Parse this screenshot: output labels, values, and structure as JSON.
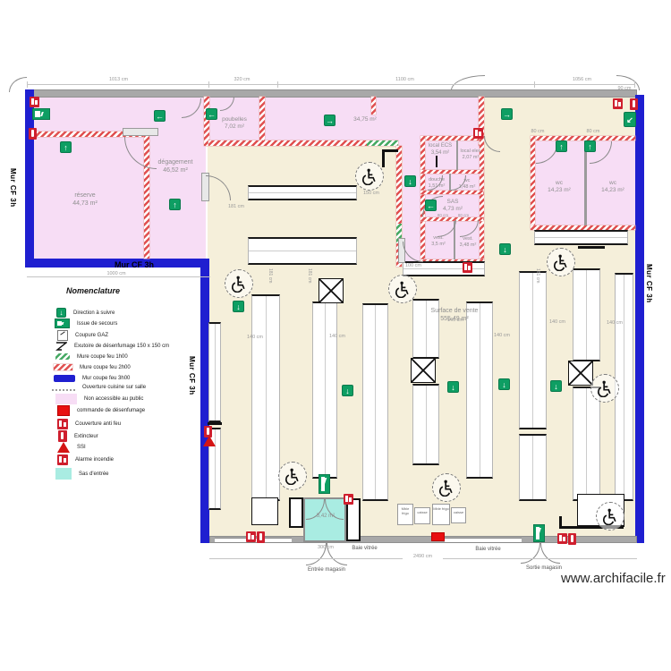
{
  "watermark": "www.archifacile.fr",
  "glyphs": {
    "up": "↑",
    "down": "↓",
    "left": "←",
    "right": "→",
    "diag": "↙"
  },
  "wall_labels": {
    "cf3h": "Mur CF 3h"
  },
  "legend": {
    "title": "Nomenclature",
    "items": [
      {
        "icon": "direction-arrow-icon",
        "label": "Direction à suivre"
      },
      {
        "icon": "exit-sign-icon",
        "label": "Issue de secours"
      },
      {
        "icon": "gas-cut-icon",
        "label": "Coupure GAZ"
      },
      {
        "icon": "smoke-vent-icon",
        "label": "Exutoire de désenfumage 150 x 150 cm"
      },
      {
        "icon": "firewall-1h-swatch",
        "label": "Mure coupe feu 1h00"
      },
      {
        "icon": "firewall-2h-swatch",
        "label": "Mure coupe feu 2h00"
      },
      {
        "icon": "firewall-3h-swatch",
        "label": "Mur coupe feu 3h00"
      },
      {
        "icon": "kitchen-opening-swatch",
        "label": "Ouverture cuisine sur salle"
      },
      {
        "icon": "private-area-swatch",
        "label": "Non accessible au public"
      },
      {
        "icon": "smoke-control-swatch",
        "label": "commande de désenfumage"
      },
      {
        "icon": "fire-blanket-icon",
        "label": "Couverture anti feu"
      },
      {
        "icon": "extinguisher-icon",
        "label": "Extincteur"
      },
      {
        "icon": "ssi-icon",
        "label": "SSI"
      },
      {
        "icon": "fire-alarm-icon",
        "label": "Alarme incendie"
      },
      {
        "icon": "entrance-airlock-swatch",
        "label": "Sas d'entrée"
      }
    ]
  },
  "rooms": {
    "reserve": {
      "name": "réserve",
      "area": "44,73 m²"
    },
    "degagement": {
      "name": "dégagement",
      "area": "46,52 m²"
    },
    "poubelles": {
      "name": "poubelles",
      "area": "7,02 m²"
    },
    "room3475": {
      "area": "34,75 m²"
    },
    "local_ecs": {
      "name": "local ECS",
      "area": "3,54 m²"
    },
    "local_elec": {
      "name": "local elec",
      "area": "2,07 m²"
    },
    "douche": {
      "name": "douche",
      "area": "1,51 m²"
    },
    "wc_petit": {
      "name": "wc",
      "area": "1,48 m²"
    },
    "sas": {
      "name": "SAS",
      "area": "4,73 m²"
    },
    "vest1": {
      "name": "vest.",
      "area": "3,5 m²"
    },
    "vest2": {
      "name": "vest.",
      "area": "3,48 m²"
    },
    "wc1": {
      "name": "wc",
      "area": "14,23 m²"
    },
    "wc2": {
      "name": "wc",
      "area": "14,23 m²"
    },
    "vente": {
      "name": "Surface de vente",
      "area": "555,49 m²"
    },
    "sas_entree": {
      "area": "5,42 m²"
    }
  },
  "labels": {
    "entree": "Entrée magasin",
    "sortie": "Sortie magasin",
    "baie": "Baie vitrée"
  },
  "dims": {
    "top1": "1013 cm",
    "top2": "320 cm",
    "top3": "1100 cm",
    "top4": "1056 cm",
    "door_tr": "90 cm",
    "bottom_wall": "1000 cm",
    "storefront": "2490 cm",
    "sas_width": "300 cm",
    "turning": "150 cm",
    "aisle_head": "181 cm",
    "aisle": "140 cm",
    "door80": "80 cm",
    "door100": "100 cm",
    "rack_depth": "181 cm"
  },
  "counters": [
    "Mble frigo",
    "caisse",
    "Mble frigo",
    "caisse"
  ],
  "colors": {
    "wall_cf3h": "#1f1fd0",
    "hatch_red": "#e05050",
    "hatch_green": "#44a862",
    "pink": "#f7ddf5",
    "beige": "#f5efda",
    "cyan": "#a9ece2",
    "green_icon": "#0e9e63",
    "red_icon": "#cf1f2e"
  }
}
